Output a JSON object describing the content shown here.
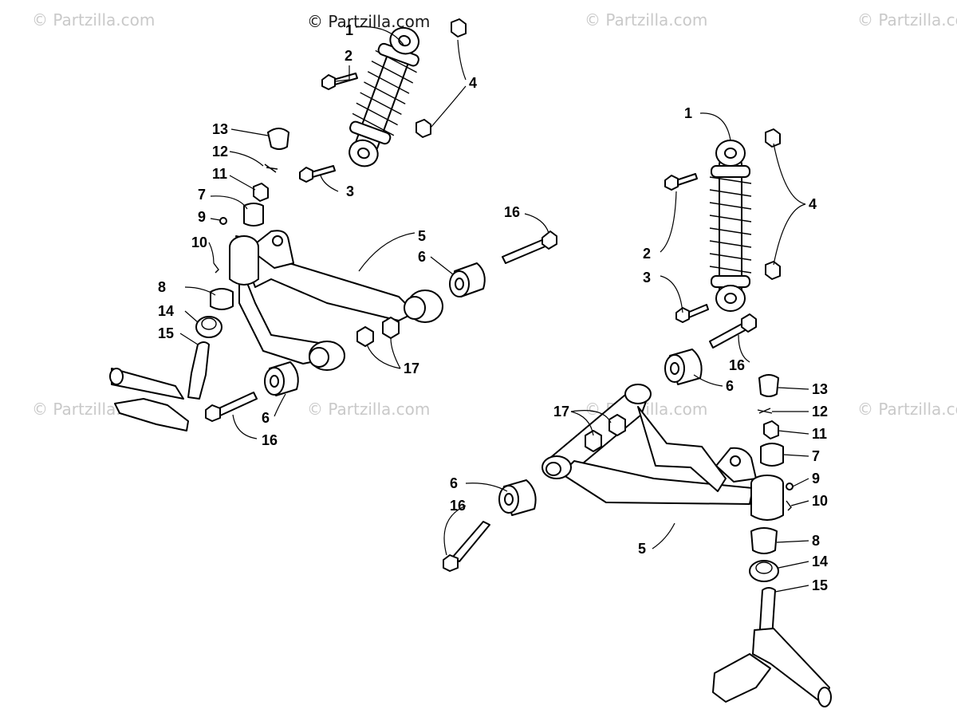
{
  "watermark": {
    "top": "© Partzilla.com",
    "faint": "© Partzilla.com"
  },
  "left_assembly": {
    "callouts": {
      "c1": "1",
      "c2": "2",
      "c3": "3",
      "c4": "4",
      "c5": "5",
      "c6a": "6",
      "c6b": "6",
      "c7": "7",
      "c8": "8",
      "c9": "9",
      "c10": "10",
      "c11": "11",
      "c12": "12",
      "c13": "13",
      "c14": "14",
      "c15": "15",
      "c16a": "16",
      "c16b": "16",
      "c17": "17"
    }
  },
  "right_assembly": {
    "callouts": {
      "c1": "1",
      "c2": "2",
      "c3": "3",
      "c4": "4",
      "c5": "5",
      "c6a": "6",
      "c6b": "6",
      "c7": "7",
      "c8": "8",
      "c9": "9",
      "c10": "10",
      "c11": "11",
      "c12": "12",
      "c13": "13",
      "c14": "14",
      "c15": "15",
      "c16a": "16",
      "c16b": "16",
      "c17": "17"
    }
  },
  "colors": {
    "line": "#000000",
    "watermark": "#c9c9c9",
    "background": "#ffffff"
  }
}
